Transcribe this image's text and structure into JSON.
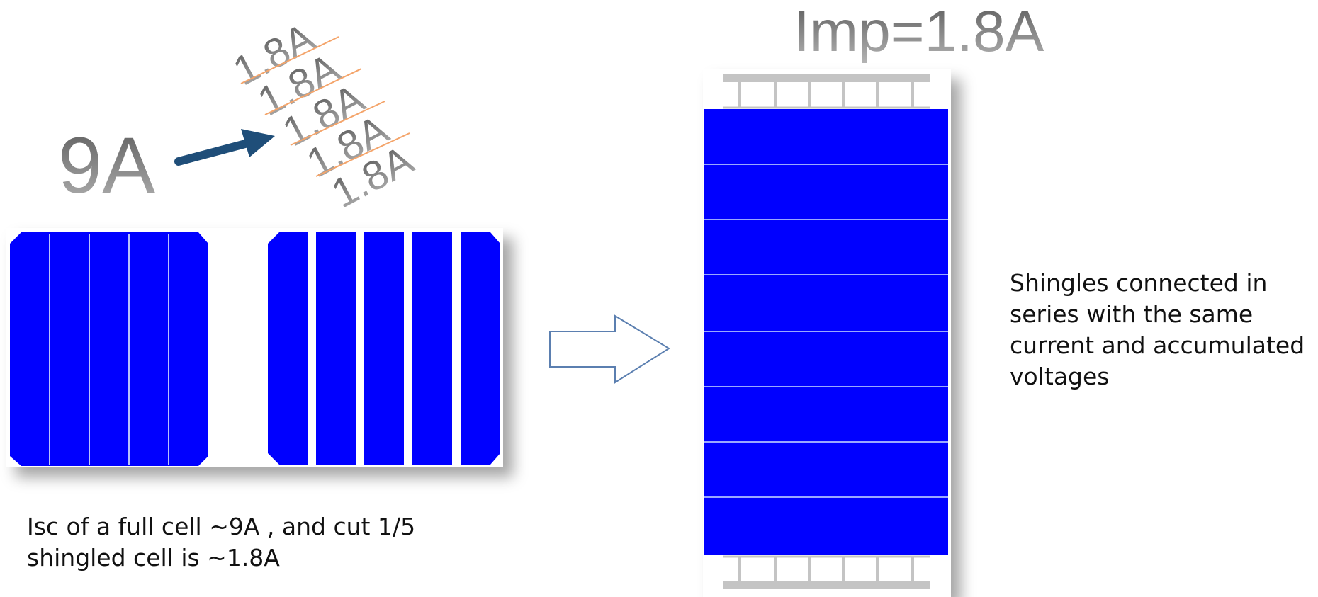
{
  "left_label": "9A",
  "split_labels": [
    "1.8A",
    "1.8A",
    "1.8A",
    "1.8A",
    "1.8A"
  ],
  "top_label": "Imp=1.8A",
  "caption_left": "Isc of a full cell ~9A , and cut 1/5 shingled cell is ~1.8A",
  "caption_right": "Shingles connected in series with the same current and accumulated voltages",
  "colors": {
    "cell_blue": "#0000ff",
    "busbar_silver": "#c4c4c4",
    "arrow_navy": "#1f4e79",
    "outline_arrow": "#5b7fb0",
    "cut_line": "#f4a46a",
    "label_gray": "#777777"
  }
}
